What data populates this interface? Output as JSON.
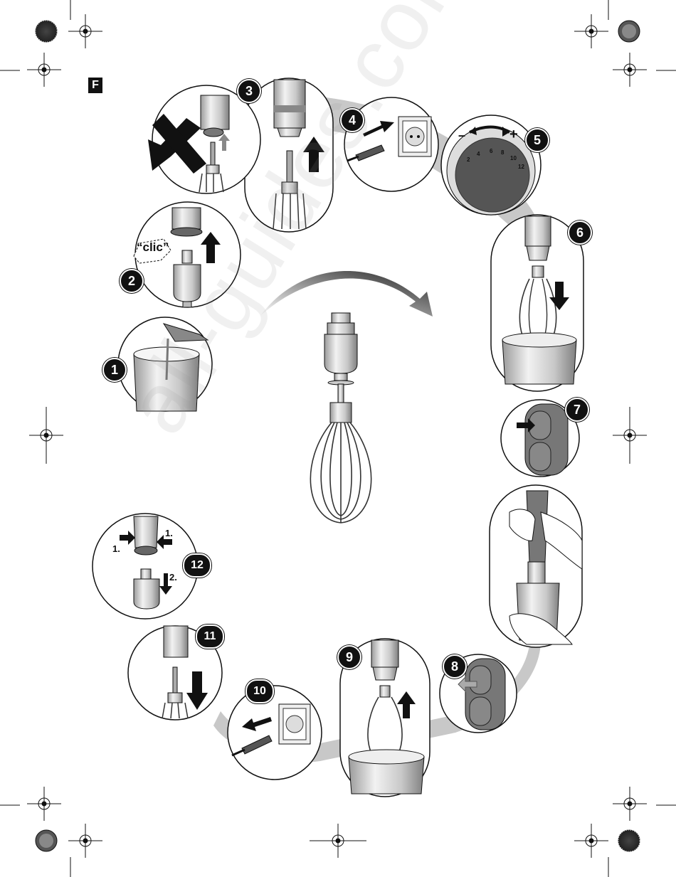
{
  "language_tag": "F",
  "watermark": "all-guides.com",
  "clic_text": "“clic”",
  "steps": [
    "1",
    "2",
    "3",
    "4",
    "5",
    "6",
    "7",
    "8",
    "9",
    "10",
    "11",
    "12"
  ],
  "dial": {
    "minus": "–",
    "plus": "+",
    "marks": [
      "2",
      "4",
      "6",
      "8",
      "10",
      "12"
    ]
  },
  "step12_labels": {
    "a": "1.",
    "b": "1.",
    "c": "2."
  }
}
